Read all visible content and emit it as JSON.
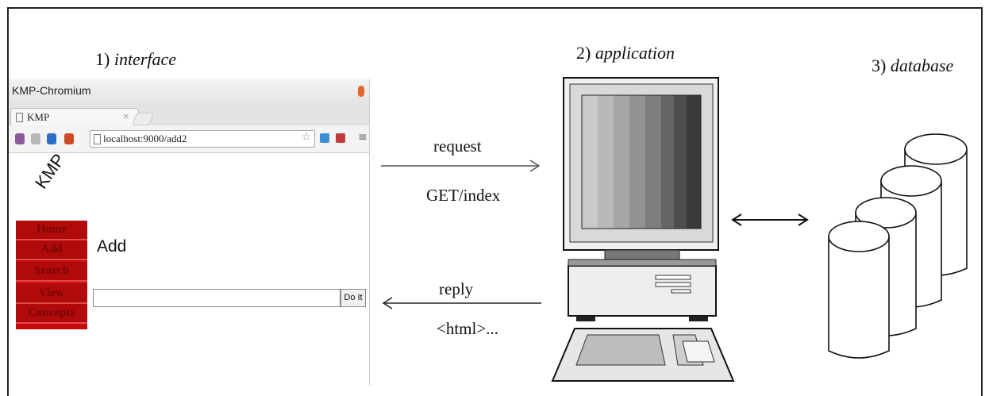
{
  "labels": {
    "interface_num": "1)",
    "interface": "interface",
    "application_num": "2)",
    "application": "application",
    "database_num": "3)",
    "database": "database"
  },
  "browser": {
    "window_title": "KMP-Chromium",
    "tab_title": "KMP",
    "url": "localhost:9000/add2",
    "logo": "KMP",
    "nav": [
      "Home",
      "Add",
      "Search",
      "View",
      "Concepts"
    ],
    "page_heading": "Add",
    "submit_label": "Do It"
  },
  "flow": {
    "request": "request",
    "request_detail": "GET/index",
    "reply": "reply",
    "reply_detail": "<html>..."
  },
  "icons": [
    "back-icon",
    "forward-icon",
    "reload-icon",
    "home-icon",
    "star-icon",
    "extension-icon",
    "menu-icon",
    "computer-icon",
    "database-icon"
  ],
  "colors": {
    "nav_red": "#c80c0c",
    "nav_text": "#7a0505"
  }
}
